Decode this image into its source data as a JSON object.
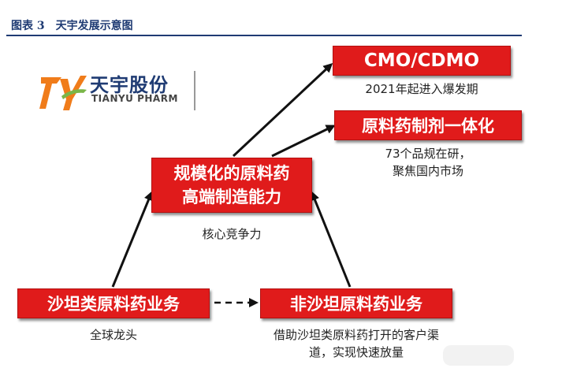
{
  "header": {
    "figure_no": "图表 3",
    "title": "天宇发展示意图"
  },
  "logo": {
    "mark": "TY",
    "name_cn": "天宇股份",
    "name_en": "TIANYU PHARM"
  },
  "nodes": {
    "cmo": {
      "label": "CMO/CDMO",
      "caption": "2021年起进入爆发期"
    },
    "integration": {
      "label": "原料药制剂一体化",
      "caption_lines": [
        "73个品规在研，",
        "聚焦国内市场"
      ]
    },
    "core": {
      "label_lines": [
        "规模化的原料药",
        "高端制造能力"
      ],
      "caption": "核心竞争力"
    },
    "sartan": {
      "label": "沙坦类原料药业务",
      "caption": "全球龙头"
    },
    "non_sartan": {
      "label": "非沙坦原料药业务",
      "caption_lines": [
        "借助沙坦类原料药打开的客户渠",
        "道，实现快速放量"
      ]
    }
  },
  "colors": {
    "box_red": "#e01b1b",
    "header_blue": "#1f3b73"
  }
}
